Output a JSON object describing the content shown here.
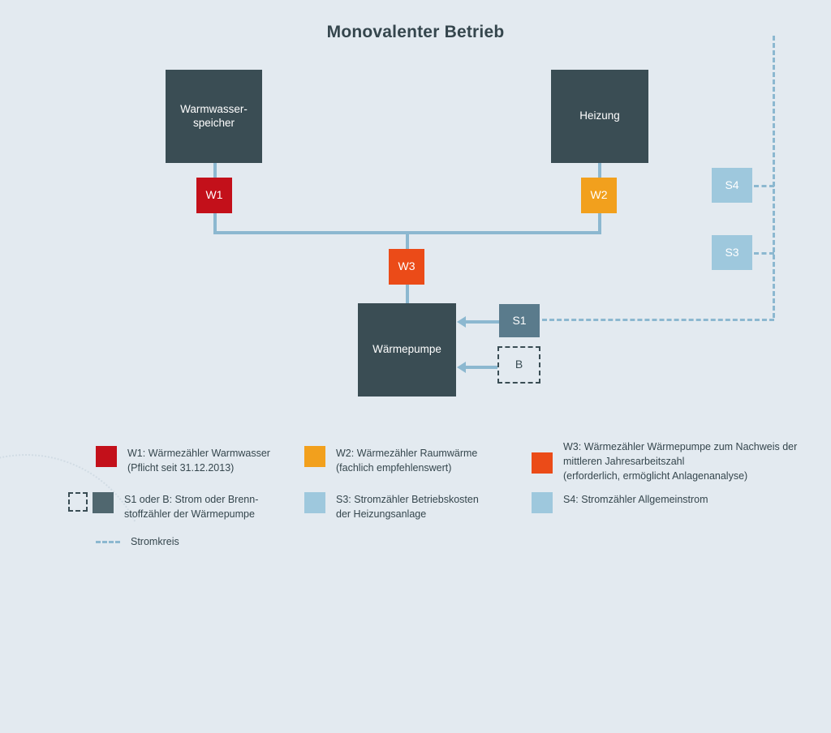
{
  "title": "Monovalenter Betrieb",
  "nodes": {
    "warmwasserspeicher": "Warmwasser-\nspeicher",
    "heizung": "Heizung",
    "waermepumpe": "Wärmepumpe",
    "w1": "W1",
    "w2": "W2",
    "w3": "W3",
    "s1": "S1",
    "s3": "S3",
    "s4": "S4",
    "b": "B"
  },
  "legend": {
    "w1": "W1: Wärmezähler Warmwasser\n(Pflicht seit 31.12.2013)",
    "w2": "W2: Wärmezähler Raumwärme\n(fachlich empfehlenswert)",
    "w3": "W3: Wärmezähler Wärmepumpe zum Nachweis der\nmittleren Jahresarbeitszahl\n(erforderlich, ermöglicht Anlagenanalyse)",
    "s1b": "S1 oder B: Strom oder Brenn-\nstoffzähler der Wärmepumpe",
    "s3": "S3: Stromzähler Betriebskosten\nder Heizungsanlage",
    "s4": "S4: Stromzähler Allgemeinstrom",
    "stromkreis": "Stromkreis"
  },
  "colors": {
    "background": "#e3eaf0",
    "dark_box": "#3a4d54",
    "w1_red": "#c3101a",
    "w2_orange": "#f2a01d",
    "w3_orangered": "#eb4b18",
    "s1_slate": "#5a7b8c",
    "s_lightblue": "#9ec8dd",
    "connector": "#8cb8d0",
    "text": "#35464d"
  }
}
